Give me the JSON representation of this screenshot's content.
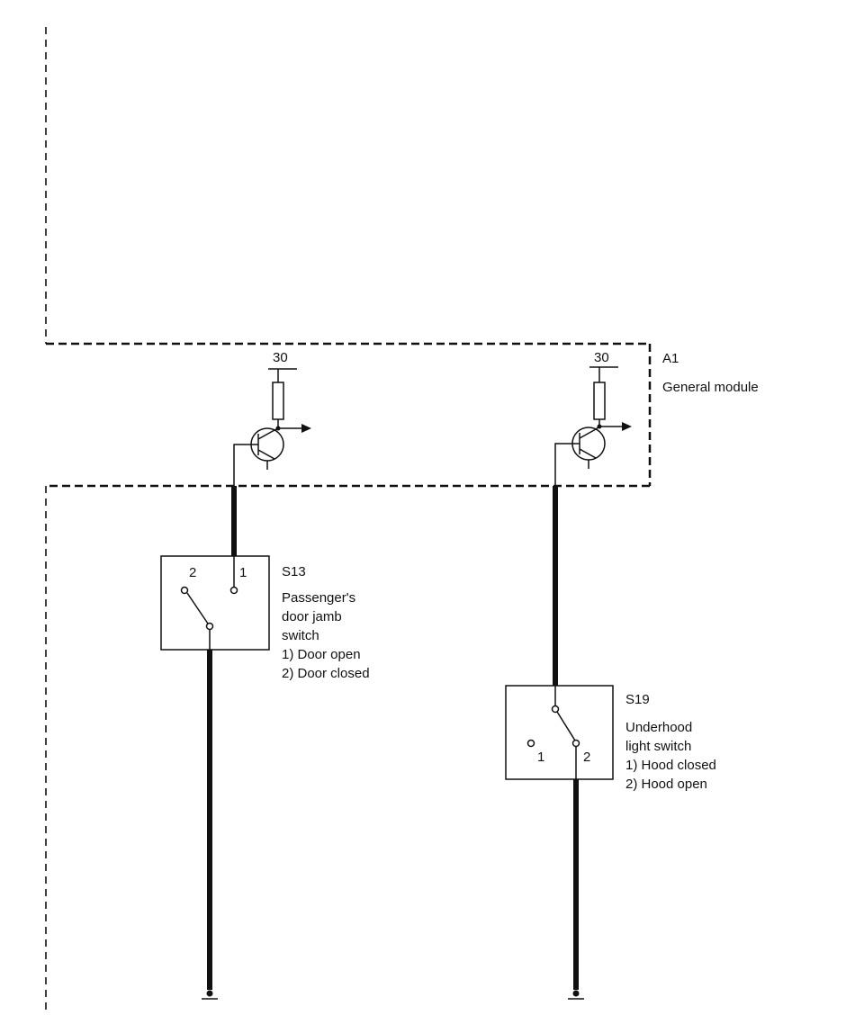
{
  "module": {
    "id": "A1",
    "name": "General module"
  },
  "drivers": [
    {
      "terminal": "30"
    },
    {
      "terminal": "30"
    }
  ],
  "switches": [
    {
      "id": "S13",
      "name_lines": [
        "Passenger's",
        "door jamb",
        "switch"
      ],
      "positions": [
        "1)  Door open",
        "2)  Door closed"
      ],
      "pin_a": "1",
      "pin_b": "2"
    },
    {
      "id": "S19",
      "name_lines": [
        "Underhood",
        "light switch"
      ],
      "positions": [
        "1)  Hood closed",
        "2)  Hood open"
      ],
      "pin_a": "1",
      "pin_b": "2"
    }
  ]
}
